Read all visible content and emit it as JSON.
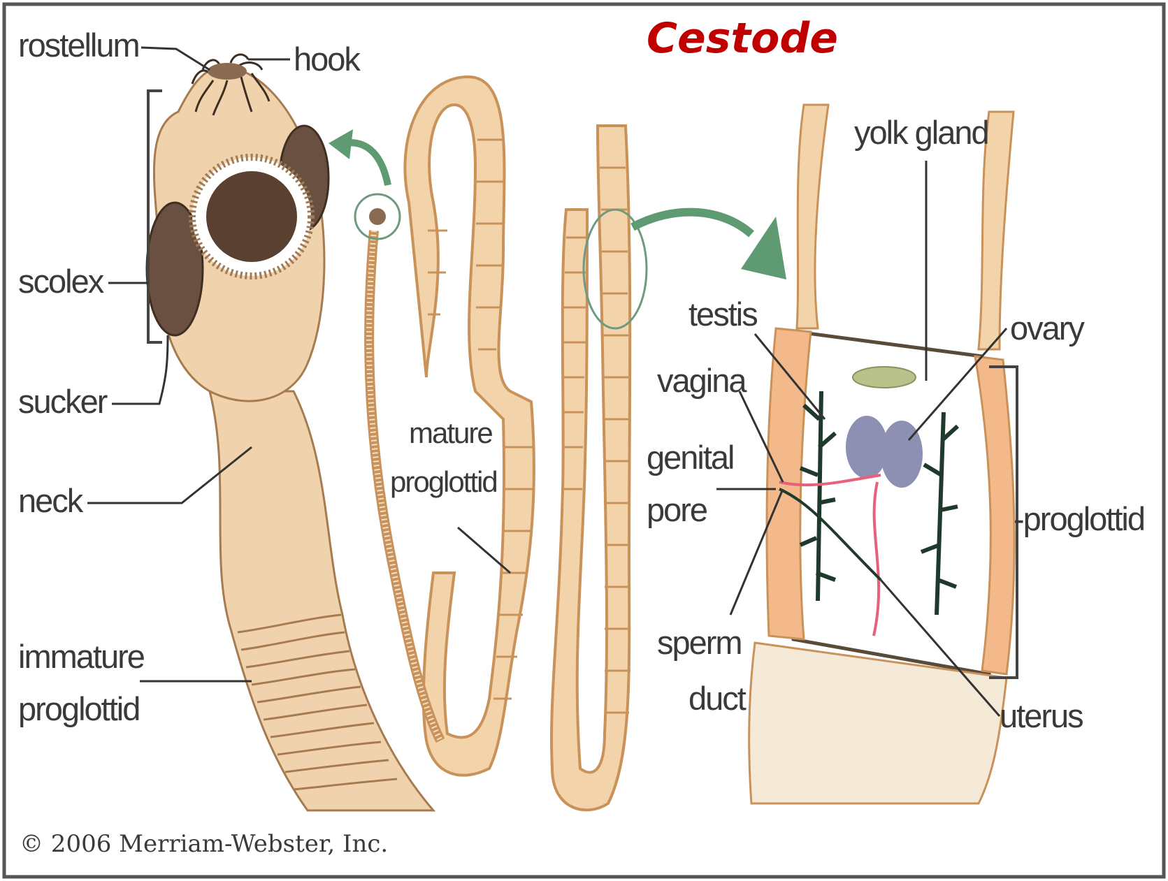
{
  "title": "Cestode",
  "labels": {
    "rostellum": "rostellum",
    "hook": "hook",
    "scolex": "scolex",
    "sucker": "sucker",
    "neck": "neck",
    "immature_proglottid_1": "immature",
    "immature_proglottid_2": "proglottid",
    "mature_proglottid_1": "mature",
    "mature_proglottid_2": "proglottid",
    "yolk_gland": "yolk gland",
    "testis": "testis",
    "vagina": "vagina",
    "genital_pore_1": "genital",
    "genital_pore_2": "pore",
    "sperm_duct_1": "sperm",
    "sperm_duct_2": "duct",
    "ovary": "ovary",
    "proglottid": "-proglottid",
    "uterus": "uterus"
  },
  "copyright": "© 2006 Merriam-Webster, Inc.",
  "colors": {
    "title": "#c00000",
    "body": "#f3d3a9",
    "segment_edge": "#c9925a",
    "arrow": "#5e9a72",
    "sucker": "#5a4030",
    "uterus": "#1f3a2c",
    "ovary": "#8d8fb3",
    "yolk": "#b9c28a",
    "duct": "#e8607a"
  }
}
